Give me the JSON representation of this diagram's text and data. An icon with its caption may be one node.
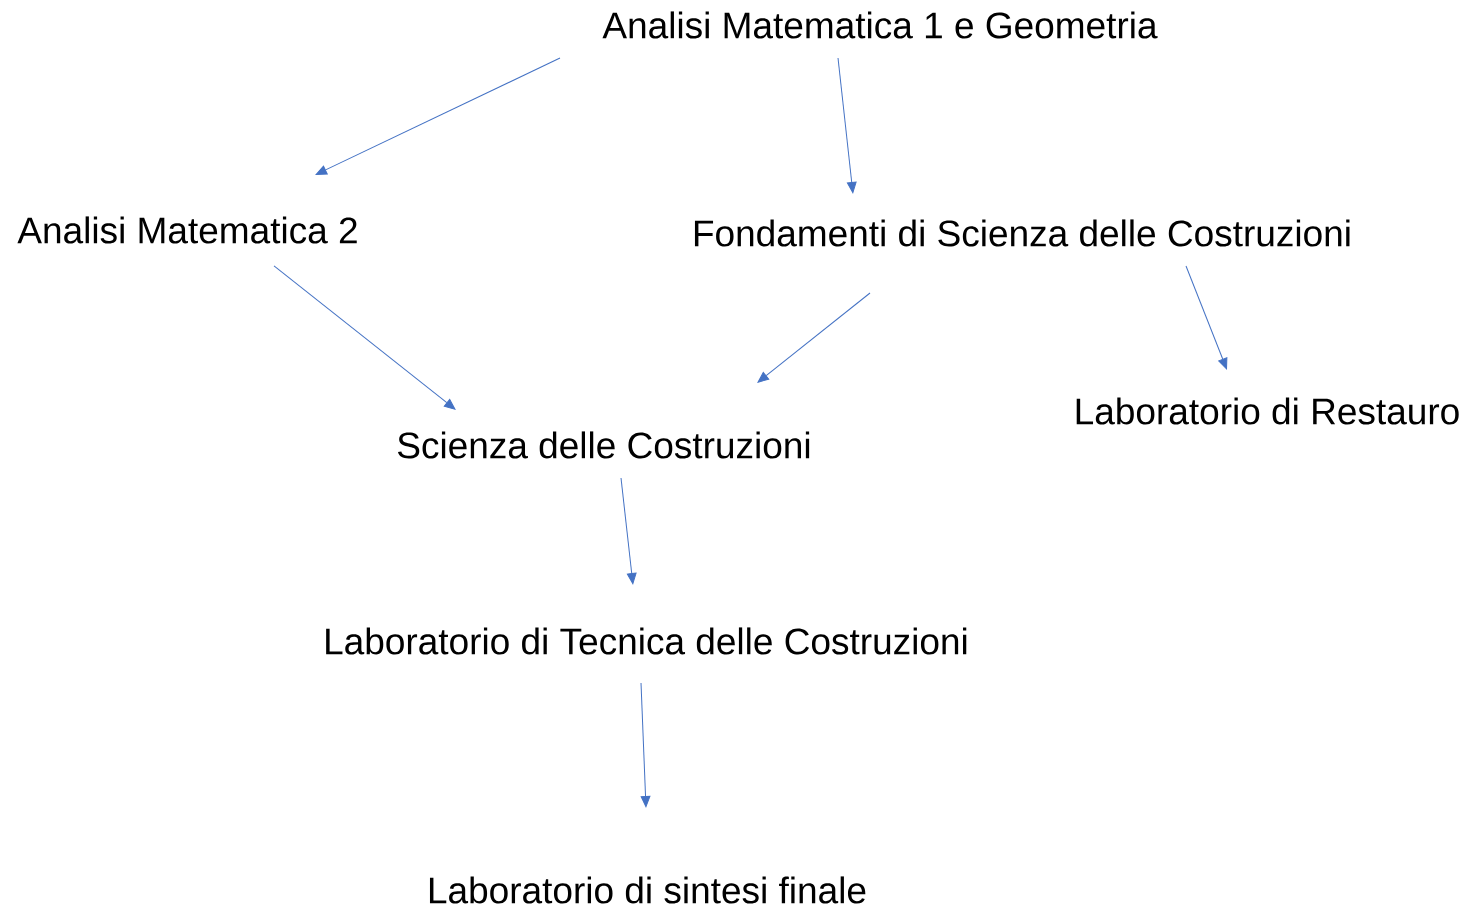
{
  "diagram": {
    "nodes": [
      {
        "text": [
          "Analisi Matematica 1 e Geometria"
        ]
      },
      {
        "text": [
          "Analisi Matematica 2"
        ]
      },
      {
        "text": [
          "Fondamenti di Scienza delle Costruzioni"
        ]
      },
      {
        "text": [
          "Laboratorio di Restauro"
        ]
      },
      {
        "text": [
          "Scienza delle Costruzioni"
        ]
      },
      {
        "text": [
          "Laboratorio di Tecnica delle Costruzioni"
        ]
      },
      {
        "text": [
          "Laboratorio di sintesi finale"
        ]
      }
    ],
    "edges": [
      {
        "from": 0,
        "to": 1,
        "arrow": "to"
      },
      {
        "from": 0,
        "to": 2,
        "arrow": "to"
      },
      {
        "from": 1,
        "to": 4,
        "arrow": "to"
      },
      {
        "from": 2,
        "to": 4,
        "arrow": "to"
      },
      {
        "from": 2,
        "to": 3,
        "arrow": "to"
      },
      {
        "from": 4,
        "to": 5,
        "arrow": "to"
      },
      {
        "from": 5,
        "to": 6,
        "arrow": "to"
      }
    ]
  }
}
